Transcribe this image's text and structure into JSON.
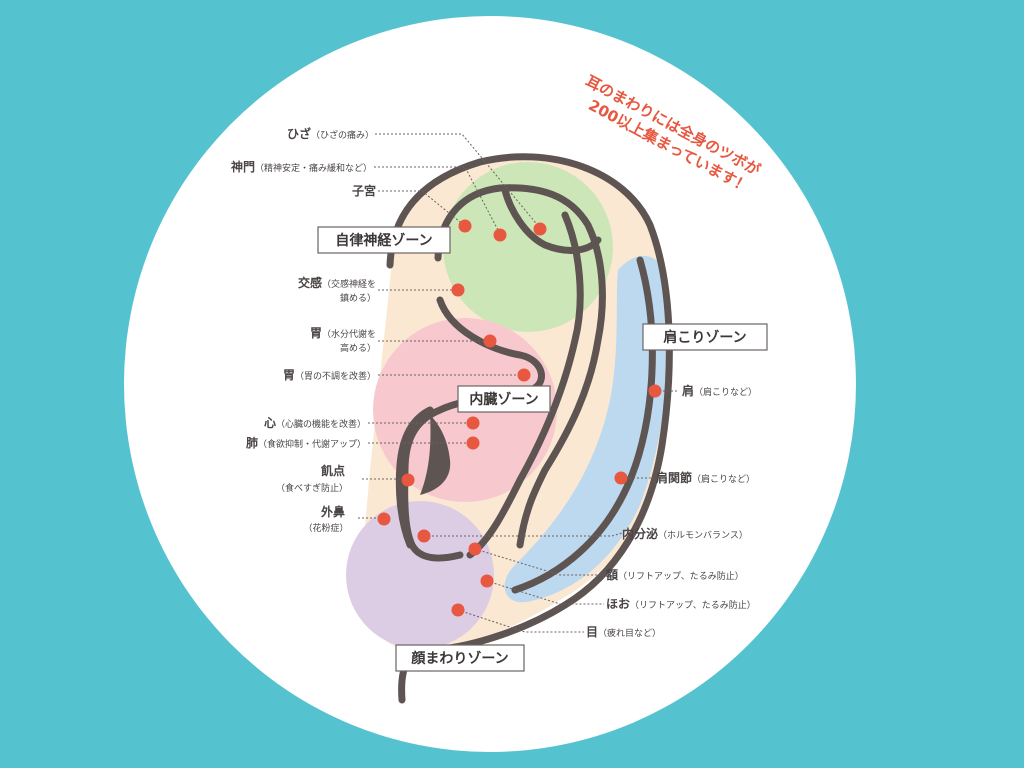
{
  "headline": {
    "line1": "耳のまわりには全身のツボが",
    "line2": "200以上集まっています！"
  },
  "zones": {
    "autonomic": "自律神経ゾーン",
    "shoulder": "肩こりゾーン",
    "organs": "内臓ゾーン",
    "face": "顔まわりゾーン"
  },
  "points": [
    {
      "name": "ひざ",
      "desc": "（ひざの痛み）"
    },
    {
      "name": "神門",
      "desc": "（精神安定・痛み緩和など）"
    },
    {
      "name": "子宮",
      "desc": ""
    },
    {
      "name": "交感",
      "desc": "（交感神経を",
      "desc2": "鎮める）"
    },
    {
      "name": "胃",
      "desc": "（水分代謝を",
      "desc2": "高める）"
    },
    {
      "name": "胃",
      "desc": "（胃の不調を改善）"
    },
    {
      "name": "心",
      "desc": "（心臓の機能を改善）"
    },
    {
      "name": "肺",
      "desc": "（食欲抑制・代謝アップ）"
    },
    {
      "name": "飢点",
      "desc": "（食べすぎ防止）"
    },
    {
      "name": "外鼻",
      "desc": "（花粉症）"
    },
    {
      "name": "肩",
      "desc": "（肩こりなど）"
    },
    {
      "name": "肩関節",
      "desc": "（肩こりなど）"
    },
    {
      "name": "内分泌",
      "desc": "（ホルモンバランス）"
    },
    {
      "name": "額",
      "desc": "（リフトアップ、たるみ防止）"
    },
    {
      "name": "ほお",
      "desc": "（リフトアップ、たるみ防止）"
    },
    {
      "name": "目",
      "desc": "（疲れ目など）"
    }
  ],
  "colors": {
    "background": "#55c3cf",
    "circle": "#ffffff",
    "dot": "#e8573f",
    "zone_green": "#cde6b8",
    "zone_pink": "#f7c8cd",
    "zone_blue": "#bcd9ef",
    "zone_purple": "#dccce4",
    "skin": "#fbe8d2",
    "outline": "#5e5452"
  }
}
